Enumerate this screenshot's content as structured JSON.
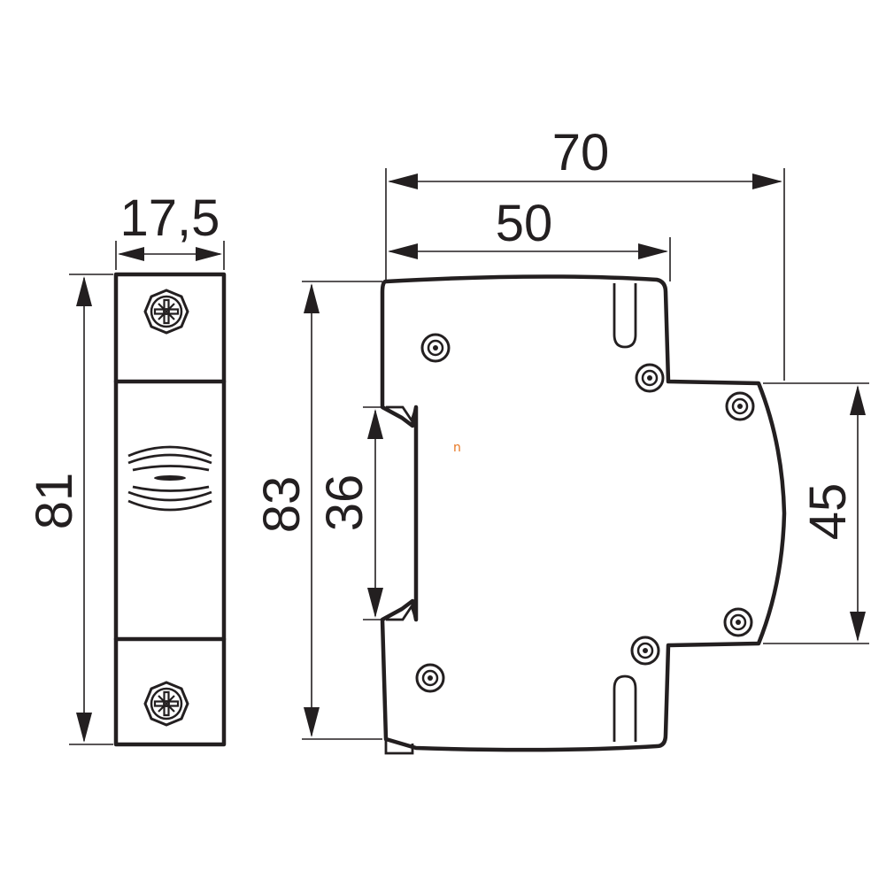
{
  "diagram": {
    "dimensions": {
      "front_width": "17,5",
      "front_height": "81",
      "side_total_width": "70",
      "side_front_width": "50",
      "side_height": "83",
      "din_rail": "36",
      "front_face": "45"
    },
    "watermark": "n",
    "colors": {
      "line": "#231f20",
      "background": "#ffffff",
      "watermark": "#e87722"
    },
    "icons": [
      "screw-terminal-icon",
      "mounting-clip-icon",
      "rivet-icon"
    ]
  }
}
